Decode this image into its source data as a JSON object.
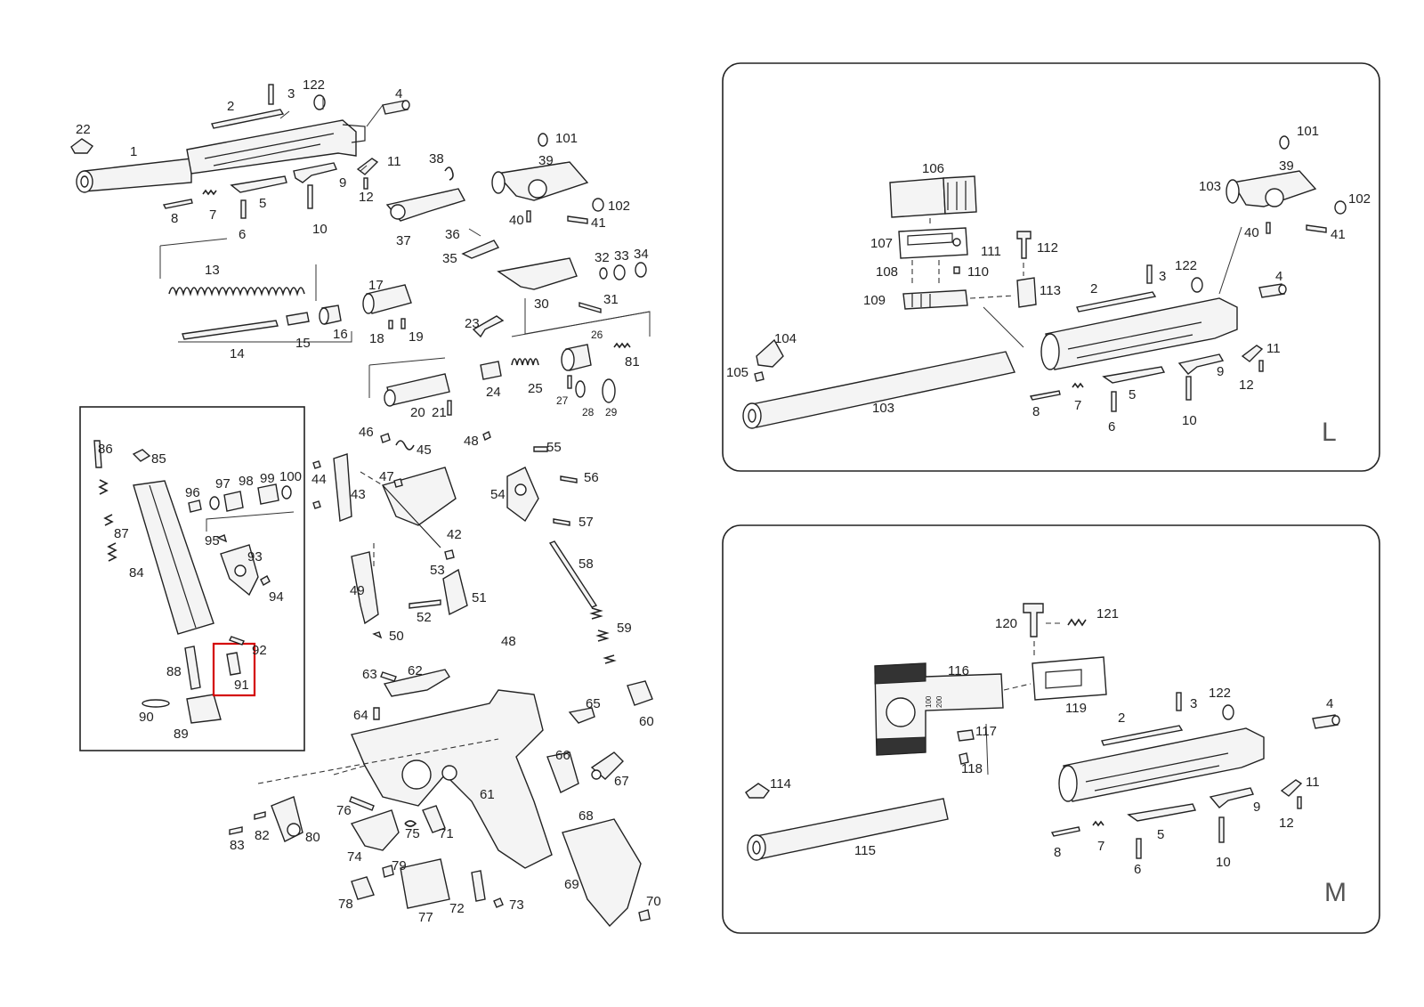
{
  "labels": {
    "l1": "1",
    "l2": "2",
    "l3": "3",
    "l4": "4",
    "l5": "5",
    "l6": "6",
    "l7": "7",
    "l8": "8",
    "l9": "9",
    "l10": "10",
    "l11": "11",
    "l12": "12",
    "l13": "13",
    "l14": "14",
    "l15": "15",
    "l16": "16",
    "l17": "17",
    "l18": "18",
    "l19": "19",
    "l20": "20",
    "l21": "21",
    "l22": "22",
    "l23": "23",
    "l24": "24",
    "l25": "25",
    "l26": "26",
    "l27": "27",
    "l28": "28",
    "l29": "29",
    "l30": "30",
    "l31": "31",
    "l32": "32",
    "l33": "33",
    "l34": "34",
    "l35": "35",
    "l36": "36",
    "l37": "37",
    "l38": "38",
    "l39": "39",
    "l40": "40",
    "l41": "41",
    "l42": "42",
    "l43": "43",
    "l44": "44",
    "l45": "45",
    "l46": "46",
    "l47": "47",
    "l48": "48",
    "l48b": "48",
    "l49": "49",
    "l50": "50",
    "l51": "51",
    "l52": "52",
    "l53": "53",
    "l54": "54",
    "l55": "55",
    "l56": "56",
    "l57": "57",
    "l58": "58",
    "l59": "59",
    "l60": "60",
    "l61": "61",
    "l62": "62",
    "l63": "63",
    "l64": "64",
    "l65": "65",
    "l66": "66",
    "l67": "67",
    "l68": "68",
    "l69": "69",
    "l70": "70",
    "l71": "71",
    "l72": "72",
    "l73": "73",
    "l74": "74",
    "l75": "75",
    "l76": "76",
    "l77": "77",
    "l78": "78",
    "l79": "79",
    "l80": "80",
    "l81": "81",
    "l82": "82",
    "l83": "83",
    "l84": "84",
    "l85": "85",
    "l86": "86",
    "l87": "87",
    "l88": "88",
    "l89": "89",
    "l90": "90",
    "l91": "91",
    "l92": "92",
    "l93": "93",
    "l94": "94",
    "l95": "95",
    "l96": "96",
    "l97": "97",
    "l98": "98",
    "l99": "99",
    "l100": "100",
    "l101": "101",
    "l102": "102",
    "l122": "122",
    "pl_101": "101",
    "pl_39": "39",
    "pl_103": "103",
    "pl_102": "102",
    "pl_40": "40",
    "pl_41": "41",
    "pl_106": "106",
    "pl_107": "107",
    "pl_108": "108",
    "pl_109": "109",
    "pl_110": "110",
    "pl_111": "111",
    "pl_112": "112",
    "pl_113": "113",
    "pl_2": "2",
    "pl_3": "3",
    "pl_122": "122",
    "pl_4": "4",
    "pl_104": "104",
    "pl_105": "105",
    "pl_103b": "103",
    "pl_11": "11",
    "pl_9": "9",
    "pl_5": "5",
    "pl_12": "12",
    "pl_8": "8",
    "pl_7": "7",
    "pl_6": "6",
    "pl_10": "10",
    "pm_120": "120",
    "pm_121": "121",
    "pm_116": "116",
    "pm_119": "119",
    "pm_117": "117",
    "pm_118": "118",
    "pm_2": "2",
    "pm_3": "3",
    "pm_122": "122",
    "pm_4": "4",
    "pm_114": "114",
    "pm_115": "115",
    "pm_11": "11",
    "pm_9": "9",
    "pm_5": "5",
    "pm_12": "12",
    "pm_8": "8",
    "pm_7": "7",
    "pm_6": "6",
    "pm_10": "10",
    "stamp_100": "100",
    "stamp_200": "200"
  },
  "panels": {
    "top_right_letter": "L",
    "bottom_right_letter": "M"
  }
}
